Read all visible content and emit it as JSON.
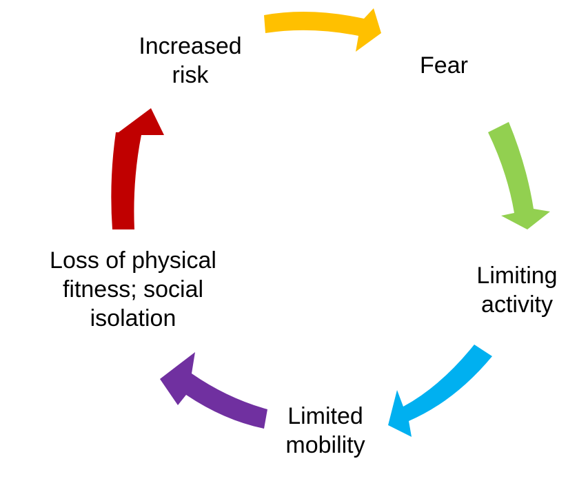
{
  "nodes": {
    "increased_risk": {
      "lines": [
        "Increased",
        "risk"
      ]
    },
    "fear": {
      "lines": [
        "Fear"
      ]
    },
    "limiting_activity": {
      "lines": [
        "Limiting",
        "activity"
      ]
    },
    "limited_mobility": {
      "lines": [
        "Limited",
        "mobility"
      ]
    },
    "loss_fitness": {
      "lines": [
        "Loss of physical",
        "fitness; social",
        "isolation"
      ]
    }
  },
  "arrows": [
    {
      "from": "Increased risk",
      "to": "Fear",
      "color": "#FFC000"
    },
    {
      "from": "Fear",
      "to": "Limiting activity",
      "color": "#92D050"
    },
    {
      "from": "Limiting activity",
      "to": "Limited mobility",
      "color": "#00B0F0"
    },
    {
      "from": "Limited mobility",
      "to": "Loss of physical fitness; social isolation",
      "color": "#7030A0"
    },
    {
      "from": "Loss of physical fitness; social isolation",
      "to": "Increased risk",
      "color": "#C00000"
    }
  ]
}
